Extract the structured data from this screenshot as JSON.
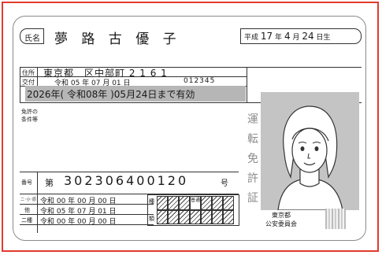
{
  "name_label": "氏名",
  "name_value": "夢 路 古 優 子",
  "birth": {
    "era": "平成",
    "year": "17",
    "year_unit": "年",
    "month": "4",
    "month_unit": "月",
    "day": "24",
    "day_unit": "日生"
  },
  "address_label": "住所",
  "address_value": "東京都　区中部町 2 1 6 1",
  "issue_label": "交付",
  "issue_date": "令和 05 年 07 月 01 日",
  "issue_number": "012345",
  "expiry_text": "2026年( 令和08年 )05月24日まで有効",
  "conditions_label_1": "免許の",
  "conditions_label_2": "条件等",
  "vertical_title": [
    "運",
    "転",
    "免",
    "許",
    "証"
  ],
  "number_label": "番号",
  "number_prefix": "第",
  "license_number": "302306400120",
  "number_suffix": "号",
  "category_rows": [
    {
      "label": "二･小･原",
      "date": "令和 00 年 00 月 00 日"
    },
    {
      "label": "他",
      "date": "令和 05 年 07 月 01 日"
    },
    {
      "label": "二種",
      "date": "令和 00 年 00 月 00 日"
    }
  ],
  "type_label_1": "種",
  "type_label_2": "類",
  "type_cell_text": "普通",
  "issuer_line_1": "東京都",
  "issuer_line_2": "公安委員会",
  "colors": {
    "frame": "#e23a2c",
    "expiry_bg": "#b6b6b6",
    "photo_bg": "#c4c4c4",
    "vertical_text": "#8c8c8c"
  }
}
